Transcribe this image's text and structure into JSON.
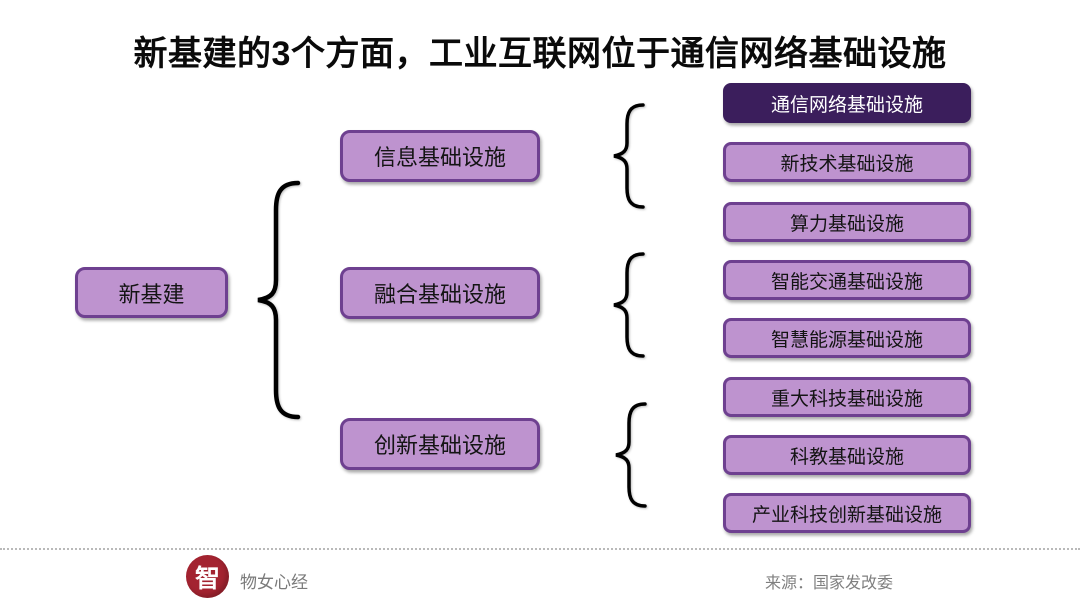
{
  "title": "新基建的3个方面，工业互联网位于通信网络基础设施",
  "colors": {
    "box_fill": "#be93cf",
    "box_border": "#6e4090",
    "highlight_fill": "#3b1e5c",
    "highlight_text": "#ffffff",
    "body_text": "#141414",
    "footer_text": "#7a7a7a",
    "logo_red": "#a32330"
  },
  "diagram": {
    "root": {
      "label": "新基建"
    },
    "branches": [
      {
        "label": "信息基础设施",
        "children": [
          "通信网络基础设施",
          "新技术基础设施",
          "算力基础设施"
        ]
      },
      {
        "label": "融合基础设施",
        "children": [
          "智能交通基础设施",
          "智慧能源基础设施"
        ]
      },
      {
        "label": "创新基础设施",
        "children": [
          "重大科技基础设施",
          "科教基础设施",
          "产业科技创新基础设施"
        ]
      }
    ],
    "highlighted_leaf": "通信网络基础设施"
  },
  "footer": {
    "logo_char": "智",
    "brand": "物女心经",
    "source": "来源：国家发改委"
  }
}
